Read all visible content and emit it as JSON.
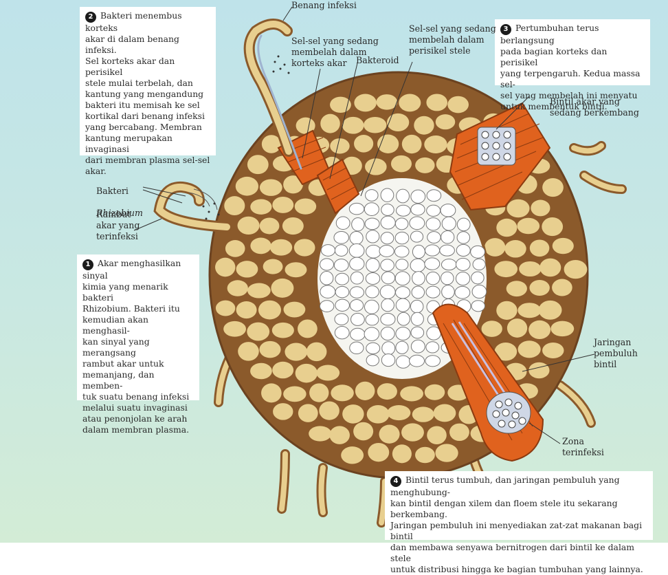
{
  "steps": [
    {
      "number": "2",
      "text": "Bakteri menembus korteks\nakar di dalam benang infeksi.\nSel korteks akar dan perisikel\nstele mulai terbelah, dan\nkantung yang mengandung\nbakteri itu memisah ke sel\nkortikal dari benang infeksi\nyang bercabang. Membran\nkantung merupakan invaginasi\ndari membran plasma sel-sel\nakar."
    },
    {
      "number": "1",
      "text": "Akar menghasilkan sinyal\nkimia yang menarik bakteri\nRhizobium. Bakteri itu\nkemudian akan menghasil-\nkan sinyal yang merangsang\nrambut akar untuk\nmemanjang, dan memben-\ntuk suatu benang infeksi\nmelalui suatu invaginasi\natau penonjolan ke arah\ndalam membran plasma."
    },
    {
      "number": "3",
      "text": "Pertumbuhan terus berlangsung\npada bagian korteks dan perisikel\nyang terpengaruh. Kedua massa sel-\nsel yang membelah ini menyatu\nuntuk membentuk bintil."
    },
    {
      "number": "4",
      "text": "Bintil terus tumbuh, dan jaringan pembuluh yang menghubung-\nkan bintil dengan xilem dan floem stele itu sekarang berkembang.\nJaringan pembuluh ini menyediakan zat-zat makanan bagi bintil\ndan membawa senyawa bernitrogen dari bintil ke dalam stele\nuntuk distribusi hingga ke bagian tumbuhan yang lainnya."
    }
  ],
  "labels": {
    "benang_infeksi": "Benang infeksi",
    "sel_korteks": "Sel-sel yang sedang\nmembelah dalam\nkorteks akar",
    "bakteroid": "Bakteroid",
    "sel_perisikel": "Sel-sel yang sedang\nmembelah dalam\nperisikel stele",
    "bintil_berkembang": "Bintil akar yang\nsedang berkembang",
    "bakteri": "Bakteri",
    "rhizobium": "Rhizobium",
    "rambut_akar": "Rambut\nakar yang\nterinfeksi",
    "jaringan_pembuluh": "Jaringan\npembuluh\nbintil",
    "zona_terinfeksi": "Zona\nterinfeksi"
  },
  "colors": {
    "cortex_bg": "#8b5a2b",
    "cortex_cell": "#e8cf8f",
    "stele_cell": "#ffffff",
    "nodule": "#e0621e",
    "background": "#c3e5e6"
  }
}
